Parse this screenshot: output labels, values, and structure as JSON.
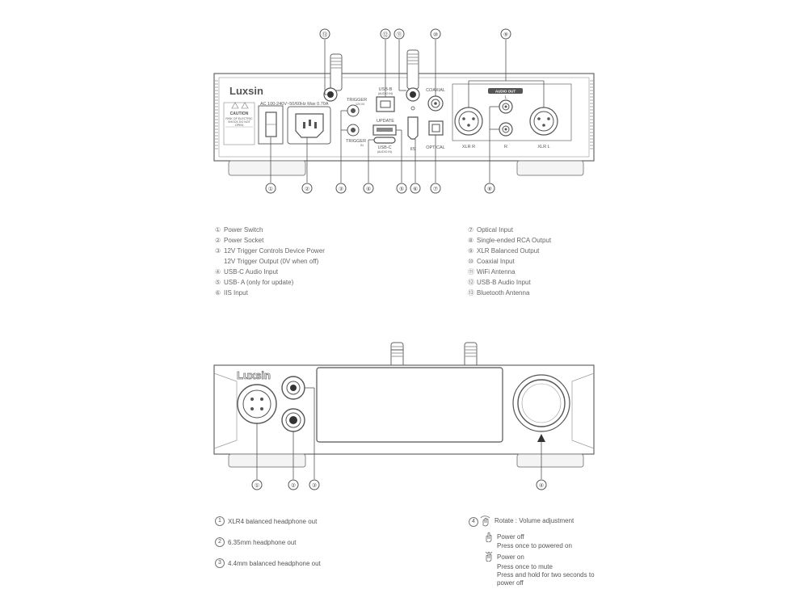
{
  "back_panel": {
    "brand": "Luxsin",
    "power_rating": "AC 100-240V~50/60Hz Max 0.70A",
    "caution": {
      "title": "CAUTION",
      "line1": "RISK OF ELECTRIC",
      "line2": "SHOCK DO NOT",
      "line3": "OPEN"
    },
    "trigger_in": "TRIGGER",
    "trigger_in_sub": "12V IN",
    "trigger_out": "TRIGGER",
    "trigger_out_sub": "IN",
    "usb_b": "USB-B",
    "usb_b_sub": "(AUDIO IN)",
    "update": "UPDATE",
    "usb_c": "USB-C",
    "usb_c_sub": "(AUDIO IN)",
    "iis": "IIS",
    "coaxial": "COAXIAL",
    "optical": "OPTICAL",
    "audio_out": "AUDIO OUT",
    "xlr_r": "XLR R",
    "xlr_l": "XLR L",
    "rca_l": "L",
    "rca_r": "R",
    "callouts_top": [
      "⑬",
      "⑫",
      "⑪",
      "⑩",
      "⑨"
    ],
    "callouts_bottom": [
      "①",
      "②",
      "③",
      "④",
      "⑤",
      "⑥",
      "⑦",
      "⑧"
    ]
  },
  "back_legend_left": [
    {
      "num": "①",
      "text": "Power Switch"
    },
    {
      "num": "②",
      "text": "Power Socket"
    },
    {
      "num": "③",
      "text": "12V Trigger Controls Device Power",
      "text2": "12V Trigger Output (0V when off)"
    },
    {
      "num": "④",
      "text": "USB-C Audio Input"
    },
    {
      "num": "⑤",
      "text": "USB- A (only for update)"
    },
    {
      "num": "⑥",
      "text": "IIS Input"
    }
  ],
  "back_legend_right": [
    {
      "num": "⑦",
      "text": "Optical Input"
    },
    {
      "num": "⑧",
      "text": "Single-ended RCA Output"
    },
    {
      "num": "⑨",
      "text": "XLR Balanced Output"
    },
    {
      "num": "⑩",
      "text": "Coaxial Input"
    },
    {
      "num": "⑪",
      "text": "WiFi Antenna"
    },
    {
      "num": "⑫",
      "text": "USB-B Audio Input"
    },
    {
      "num": "⑬",
      "text": "Bluetooth Antenna"
    }
  ],
  "front_panel": {
    "brand": "Luxsin",
    "callouts": [
      "①",
      "②",
      "③",
      "④"
    ]
  },
  "front_legend": [
    {
      "num": "1",
      "text": "XLR4 balanced headphone out"
    },
    {
      "num": "2",
      "text": "6.35mm headphone out"
    },
    {
      "num": "3",
      "text": "4.4mm balanced headphone out"
    }
  ],
  "controls": {
    "num": "4",
    "rotate": "Rotate : Volume adjustment",
    "power_off_title": "Power off",
    "power_off_desc": "Press once to powered on",
    "power_on_title": "Power on",
    "power_on_desc1": "Press once to mute",
    "power_on_desc2": "Press and hold for two seconds to",
    "power_on_desc3": "power off"
  }
}
